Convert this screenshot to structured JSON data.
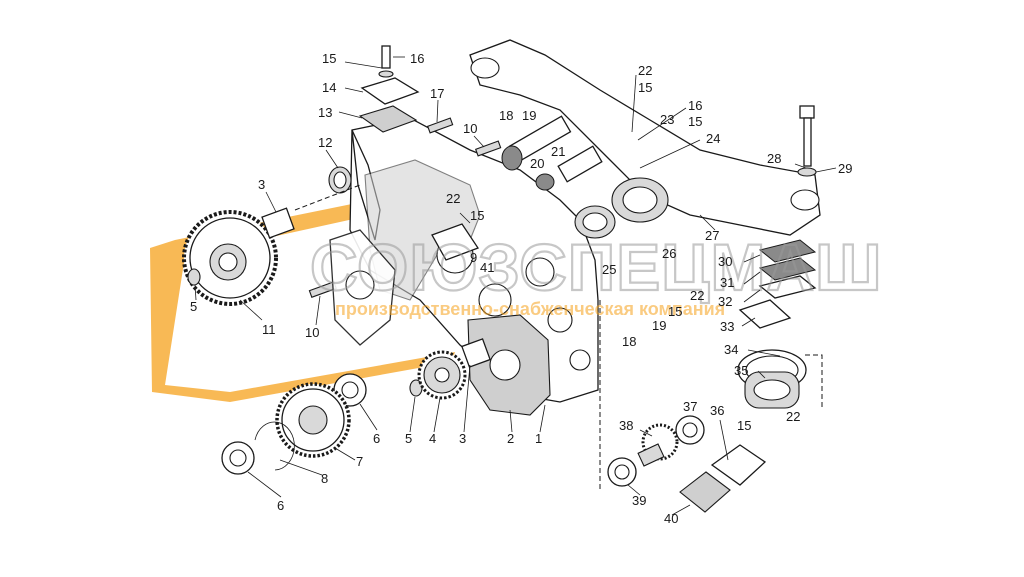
{
  "watermark": {
    "brand": "СОЮЗСПЕЦМАШ",
    "tagline": "производственно-снабженческая компания",
    "logo_colors": {
      "orange": "#f6a21c",
      "gray": "#9a9a9a"
    }
  },
  "callouts": [
    {
      "id": "c15a",
      "text": "15"
    },
    {
      "id": "c16a",
      "text": "16"
    },
    {
      "id": "c14",
      "text": "14"
    },
    {
      "id": "c13",
      "text": "13"
    },
    {
      "id": "c17",
      "text": "17"
    },
    {
      "id": "c12",
      "text": "12"
    },
    {
      "id": "c3a",
      "text": "3"
    },
    {
      "id": "c10a",
      "text": "10"
    },
    {
      "id": "c18a",
      "text": "18"
    },
    {
      "id": "c19a",
      "text": "19"
    },
    {
      "id": "c21",
      "text": "21"
    },
    {
      "id": "c20",
      "text": "20"
    },
    {
      "id": "c22a",
      "text": "22"
    },
    {
      "id": "c15b",
      "text": "15"
    },
    {
      "id": "c16b",
      "text": "16"
    },
    {
      "id": "c15c",
      "text": "15"
    },
    {
      "id": "c23",
      "text": "23"
    },
    {
      "id": "c24",
      "text": "24"
    },
    {
      "id": "c28",
      "text": "28"
    },
    {
      "id": "c29",
      "text": "29"
    },
    {
      "id": "c22b",
      "text": "22"
    },
    {
      "id": "c15d",
      "text": "15"
    },
    {
      "id": "c9",
      "text": "9"
    },
    {
      "id": "c41",
      "text": "41"
    },
    {
      "id": "c27",
      "text": "27"
    },
    {
      "id": "c26",
      "text": "26"
    },
    {
      "id": "c25",
      "text": "25"
    },
    {
      "id": "c22c",
      "text": "22"
    },
    {
      "id": "c15e",
      "text": "15"
    },
    {
      "id": "c30",
      "text": "30"
    },
    {
      "id": "c31",
      "text": "31"
    },
    {
      "id": "c32",
      "text": "32"
    },
    {
      "id": "c33",
      "text": "33"
    },
    {
      "id": "c19b",
      "text": "19"
    },
    {
      "id": "c18b",
      "text": "18"
    },
    {
      "id": "c5a",
      "text": "5"
    },
    {
      "id": "c11",
      "text": "11"
    },
    {
      "id": "c10b",
      "text": "10"
    },
    {
      "id": "c34",
      "text": "34"
    },
    {
      "id": "c35",
      "text": "35"
    },
    {
      "id": "c6a",
      "text": "6"
    },
    {
      "id": "c5b",
      "text": "5"
    },
    {
      "id": "c4",
      "text": "4"
    },
    {
      "id": "c3b",
      "text": "3"
    },
    {
      "id": "c2",
      "text": "2"
    },
    {
      "id": "c1",
      "text": "1"
    },
    {
      "id": "c7",
      "text": "7"
    },
    {
      "id": "c8",
      "text": "8"
    },
    {
      "id": "c6b",
      "text": "6"
    },
    {
      "id": "c37",
      "text": "37"
    },
    {
      "id": "c36",
      "text": "36"
    },
    {
      "id": "c38",
      "text": "38"
    },
    {
      "id": "c15f",
      "text": "15"
    },
    {
      "id": "c22d",
      "text": "22"
    },
    {
      "id": "c39",
      "text": "39"
    },
    {
      "id": "c40",
      "text": "40"
    }
  ]
}
